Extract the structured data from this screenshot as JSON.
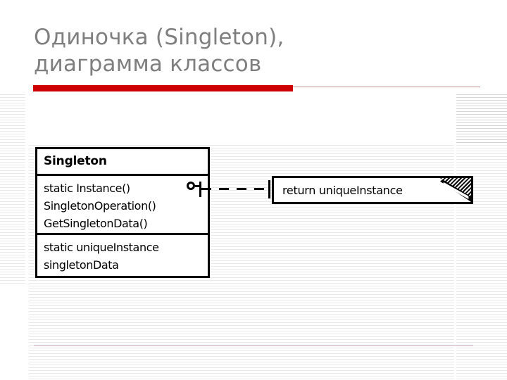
{
  "slide": {
    "title": "Одиночка (Singleton),\nдиаграмма классов",
    "accent_color": "#cc0000",
    "title_color": "#7f7f7f",
    "background_color": "#ffffff"
  },
  "diagram": {
    "type": "uml-class-diagram",
    "class_box": {
      "name": "Singleton",
      "operations": [
        "static Instance()",
        "SingletonOperation()",
        "GetSingletonData()"
      ],
      "attributes": [
        "static uniqueInstance",
        "singletonData"
      ],
      "marker_icon": "interface-ball-icon"
    },
    "note": {
      "text": "return uniqueInstance",
      "fold_corner": true
    },
    "connector": {
      "style": "dashed",
      "from": "static Instance()",
      "to": "note"
    }
  }
}
